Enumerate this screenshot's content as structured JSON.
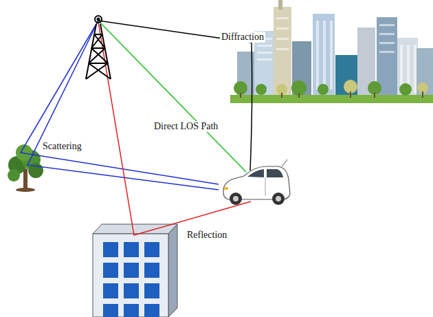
{
  "diagram": {
    "labels": [
      "Diffraction",
      "Direct LOS Path",
      "Scattering",
      "Reflection"
    ]
  }
}
